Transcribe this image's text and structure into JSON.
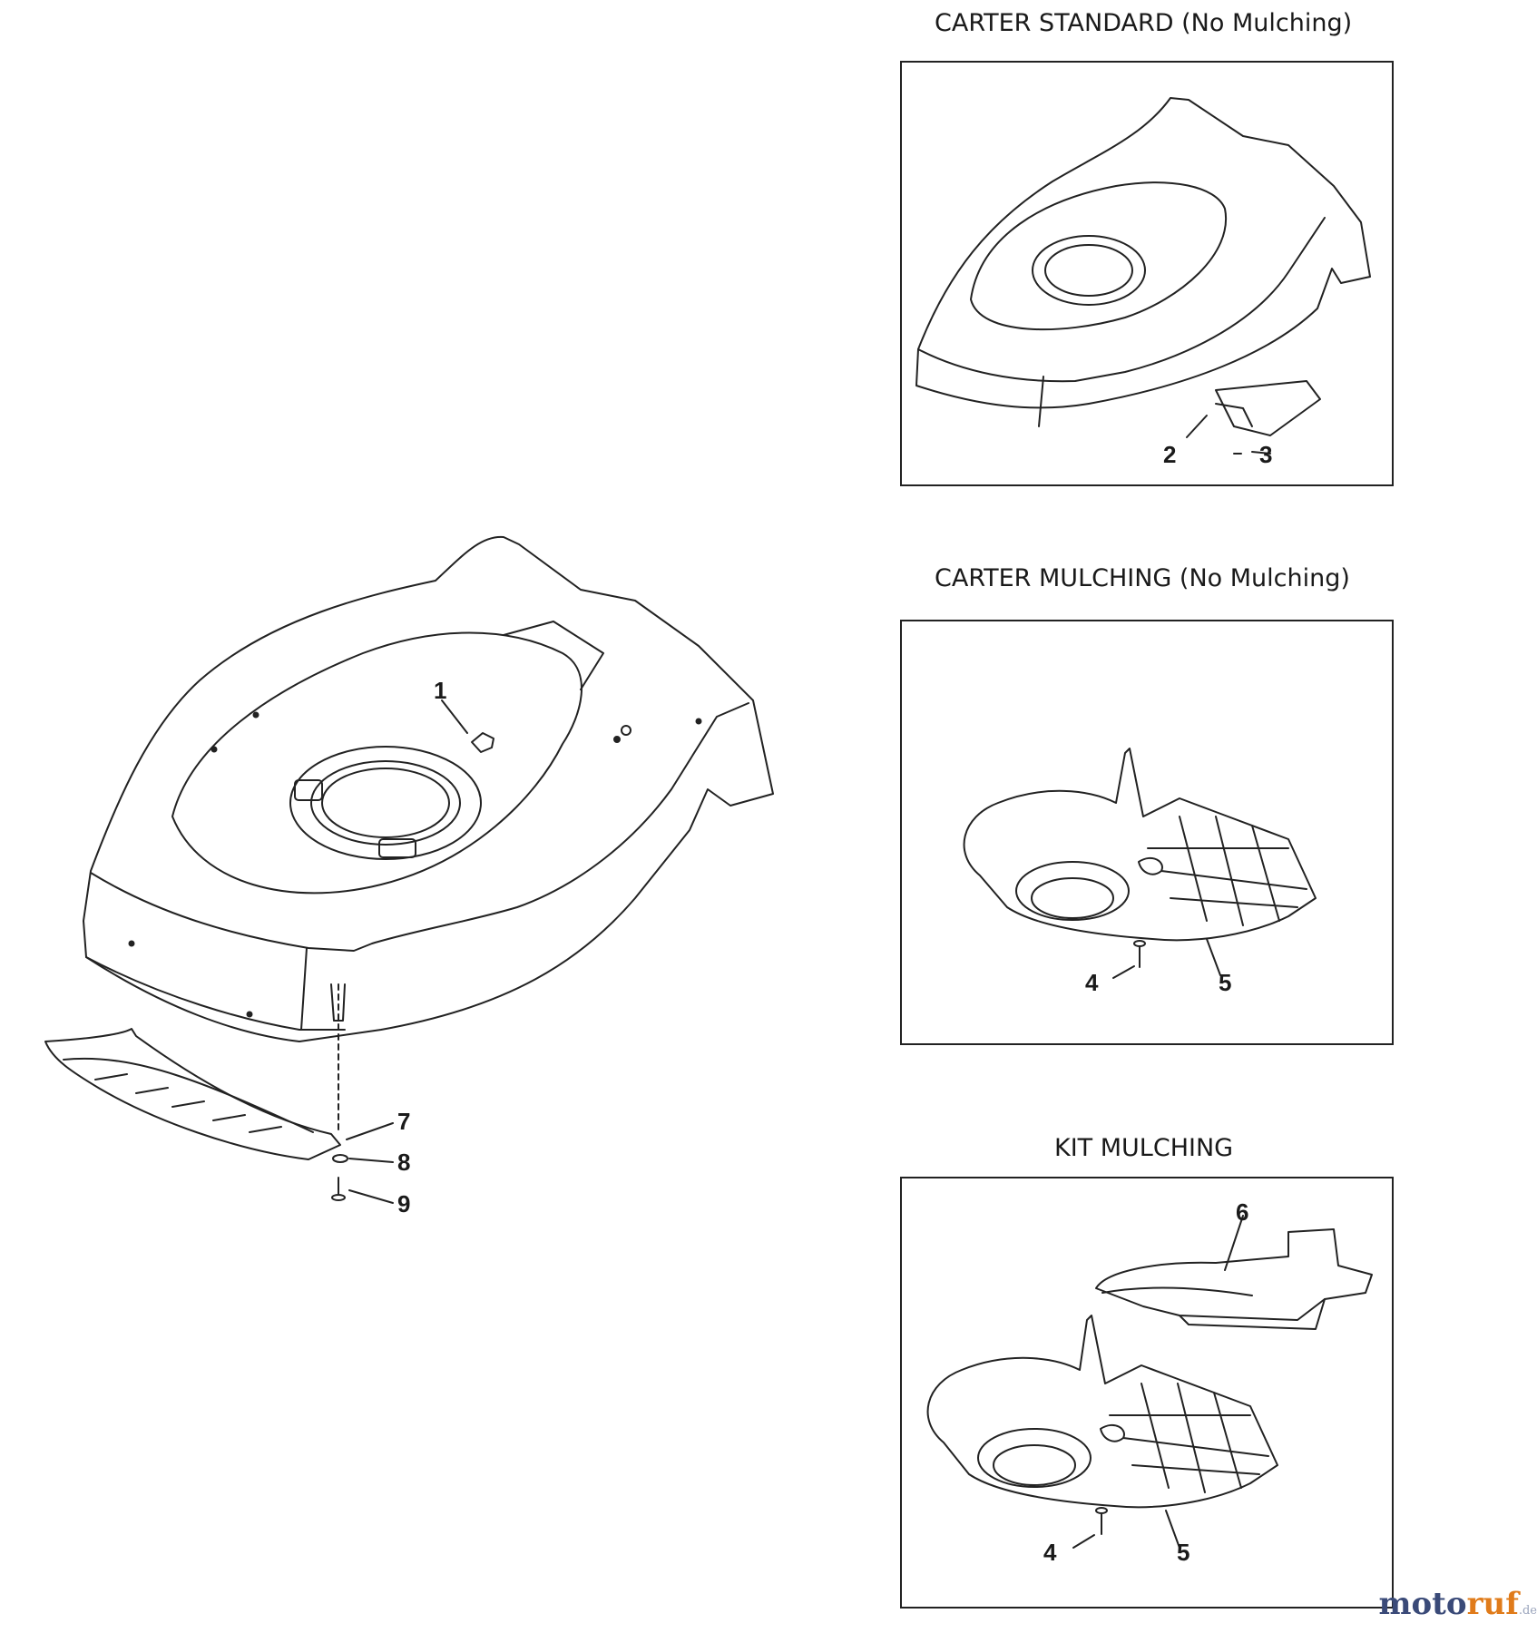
{
  "panels": [
    {
      "title": "CARTER STANDARD (No Mulching)",
      "callouts": [
        "2",
        "3"
      ]
    },
    {
      "title": "CARTER MULCHING (No Mulching)",
      "callouts": [
        "4",
        "5"
      ]
    },
    {
      "title": "KIT MULCHING",
      "callouts": [
        "6",
        "4",
        "5"
      ]
    }
  ],
  "main_callouts": [
    "1",
    "7",
    "8",
    "9"
  ],
  "watermark": {
    "brand_a": "moto",
    "brand_b": "ruf",
    "suffix": ".de",
    "color_a": "#3a4a78",
    "color_b": "#e07b1a"
  }
}
